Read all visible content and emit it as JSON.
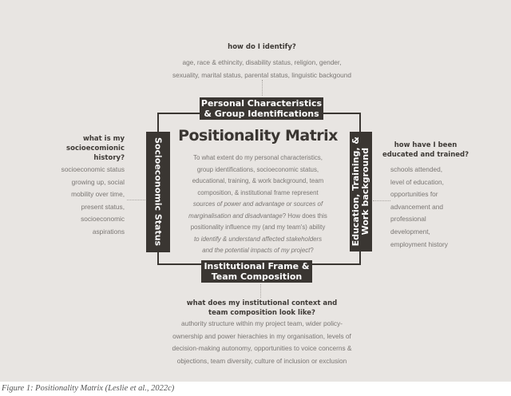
{
  "title": "Positionality Matrix",
  "center_text": {
    "plain_lines": [
      "To what extent do my personal characteristics,",
      "group identifications, socioeconomic status,",
      "educational, training, & work background, team",
      "composition, & institutional frame represent"
    ],
    "line5_italic": "sources of power and advantage or sources of",
    "line6_italic": "marginalisation and disadvantage",
    "line6_plain": "? How does this",
    "line7_plain": "positionality influence my (and my team's) ability",
    "line8_italic": "to identify & understand affected stakeholders",
    "line9_italic": "and the potential impacts of my project",
    "line9_plain": "?"
  },
  "top": {
    "label_lines": [
      "Personal Characteristics",
      "& Group Identifications"
    ],
    "question": "how do I identify?",
    "lines": [
      "age, race & ethincity, disability status, religion, gender,",
      "sexuality, marital status, parental status, linguistic backgound"
    ]
  },
  "left": {
    "label": "Socioeconomic Status",
    "question_lines": [
      "what is my",
      "socioecomionic",
      "history?"
    ],
    "lines": [
      "socioeconomic status",
      "growing up, social",
      "mobility over time,",
      "present status,",
      "socioeconomic",
      "aspirations"
    ]
  },
  "right": {
    "label_lines": [
      "Education, Training, &",
      "Work background"
    ],
    "question_lines": [
      "how have I been",
      "educated and trained?"
    ],
    "lines": [
      "schools attended,",
      "level of education,",
      "opportunities for",
      "advancement and",
      "professional",
      "development,",
      "employment history"
    ]
  },
  "bottom": {
    "label_lines": [
      "Institutional Frame &",
      "Team Composition"
    ],
    "question_lines": [
      "what does my institutional context  and",
      "team composition look like?"
    ],
    "lines": [
      "authority structure within my project team, wider policy-",
      "ownership and power hierachies in my organisation, levels of",
      "decision-making autonomy, opportunities to voice concerns &",
      "objections, team diversity, culture of inclusion or exclusion"
    ]
  },
  "caption": "Figure 1: Positionality Matrix (Leslie et al., 2022c)",
  "colors": {
    "background": "#e8e5e2",
    "label_fill": "#3a3632",
    "text": "#7a7673"
  }
}
